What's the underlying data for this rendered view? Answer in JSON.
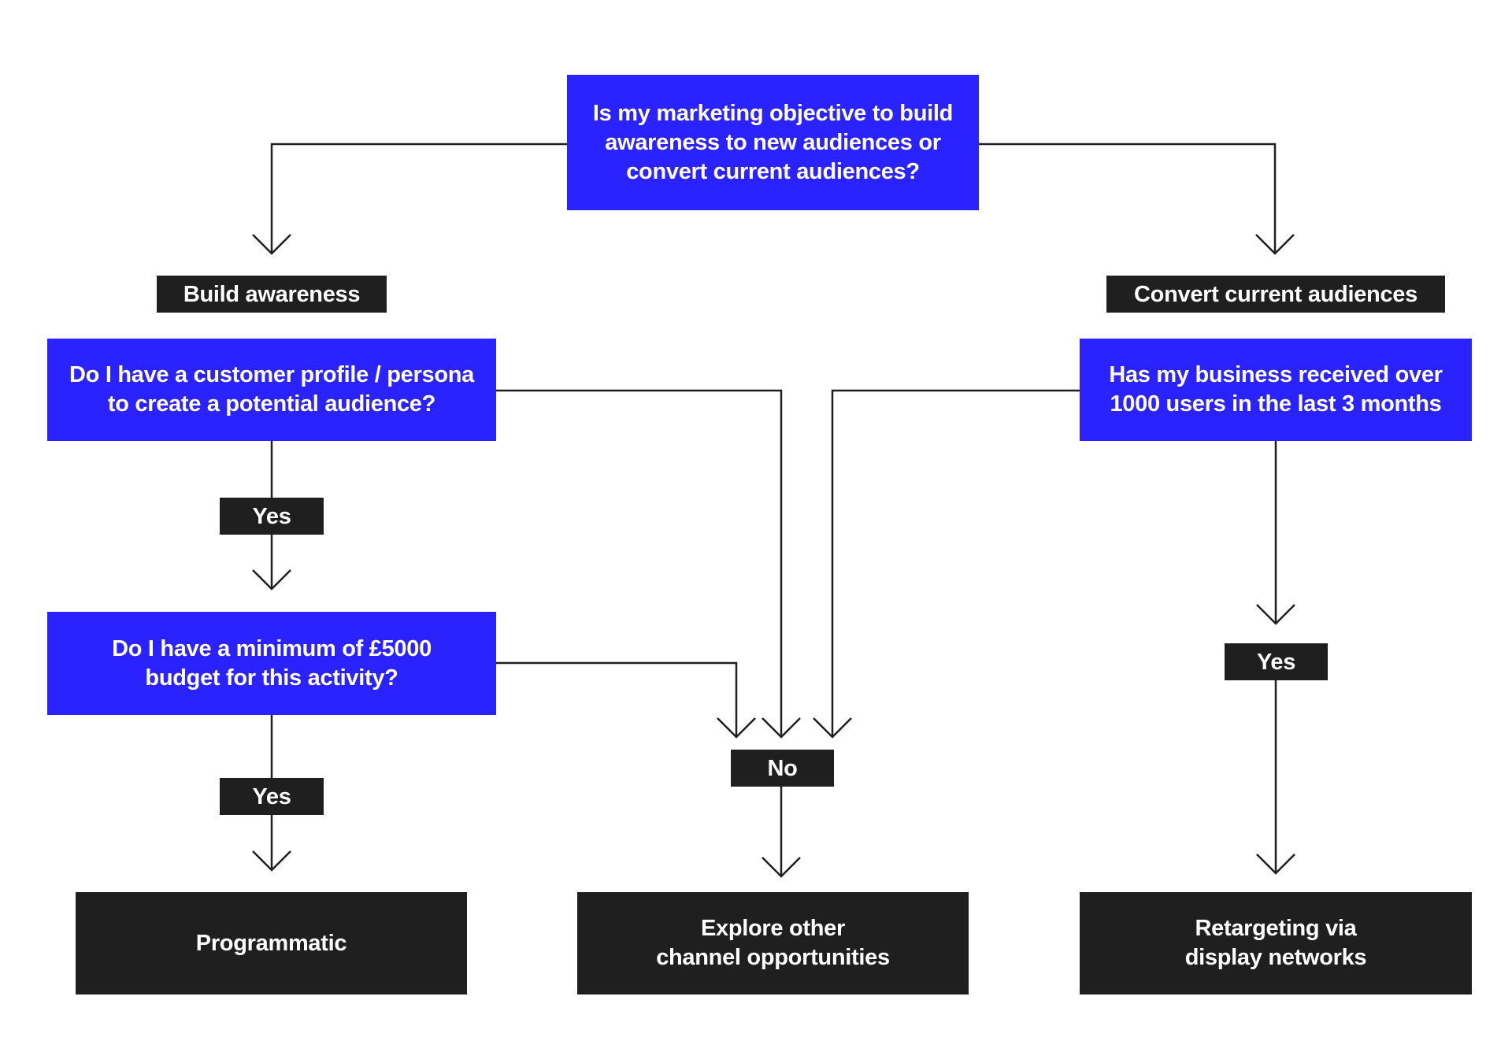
{
  "question_root": {
    "line1": "Is my marketing objective to build",
    "line2": "awareness to new audiences or",
    "line3": "convert current audiences?"
  },
  "branch_left_label": "Build awareness",
  "branch_right_label": "Convert current audiences",
  "question_profile": {
    "line1": "Do I have a customer profile / persona",
    "line2": "to create a potential audience?"
  },
  "question_users": {
    "line1": "Has my business received over",
    "line2": "1000 users in the last 3 months"
  },
  "question_budget": {
    "line1": "Do I have a minimum of £5000",
    "line2": "budget for this activity?"
  },
  "answers": {
    "yes_profile": "Yes",
    "yes_budget": "Yes",
    "yes_users": "Yes",
    "no": "No"
  },
  "outcomes": {
    "programmatic": "Programmatic",
    "explore_line1": "Explore other",
    "explore_line2": "channel opportunities",
    "retargeting_line1": "Retargeting via",
    "retargeting_line2": "display networks"
  },
  "colors": {
    "question_fill": "#2a22ff",
    "label_fill": "#1f1f1f",
    "connector": "#1f1f1f"
  }
}
